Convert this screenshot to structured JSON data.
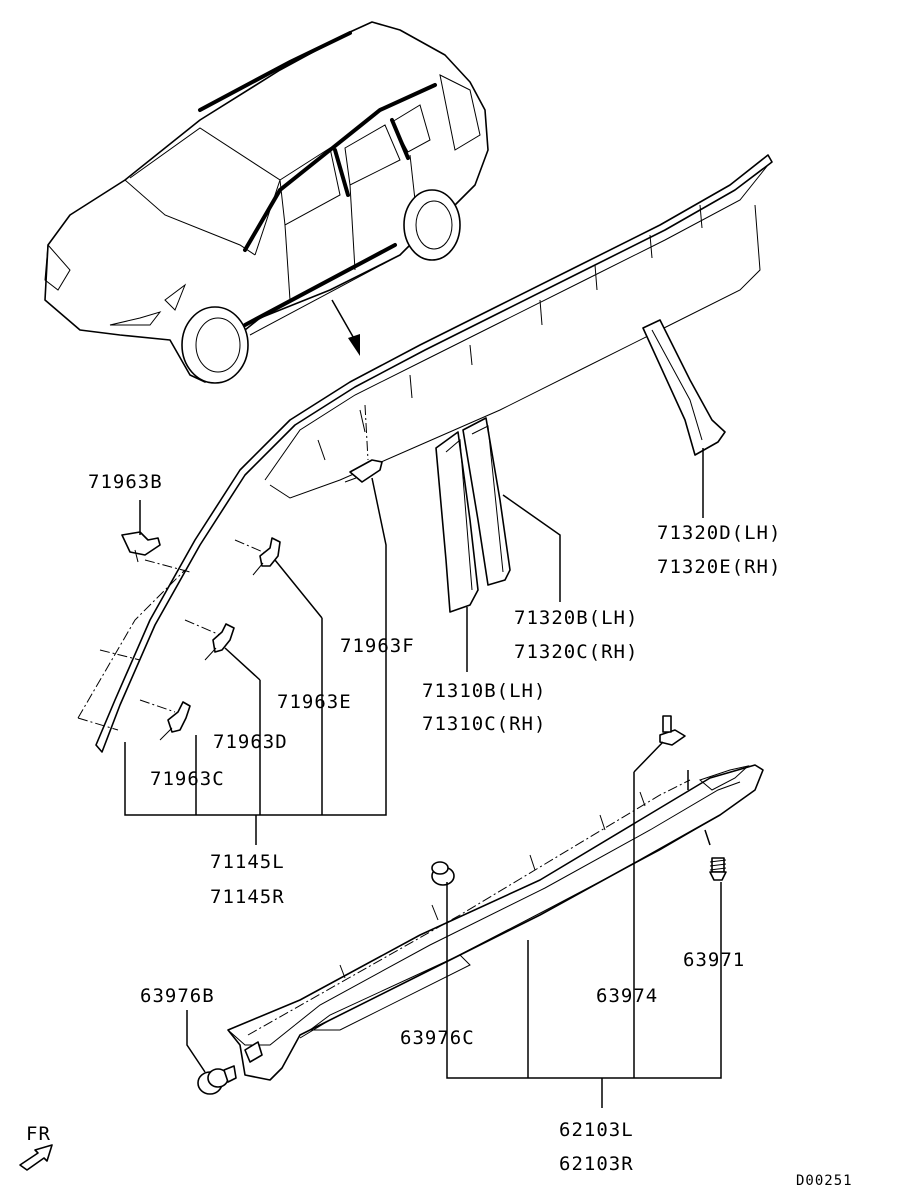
{
  "labels": {
    "p71963B": "71963B",
    "p71963C": "71963C",
    "p71963D": "71963D",
    "p71963E": "71963E",
    "p71963F": "71963F",
    "p71145L": "71145L",
    "p71145R": "71145R",
    "p71320D": "71320D(LH)",
    "p71320E": "71320E(RH)",
    "p71320B": "71320B(LH)",
    "p71320C": "71320C(RH)",
    "p71310B": "71310B(LH)",
    "p71310C": "71310C(RH)",
    "p63971": "63971",
    "p63974": "63974",
    "p63976B": "63976B",
    "p63976C": "63976C",
    "p62103L": "62103L",
    "p62103R": "62103R"
  },
  "direction_label": "FR",
  "diagram_code": "D00251",
  "colors": {
    "line": "#000000",
    "background": "#ffffff"
  }
}
